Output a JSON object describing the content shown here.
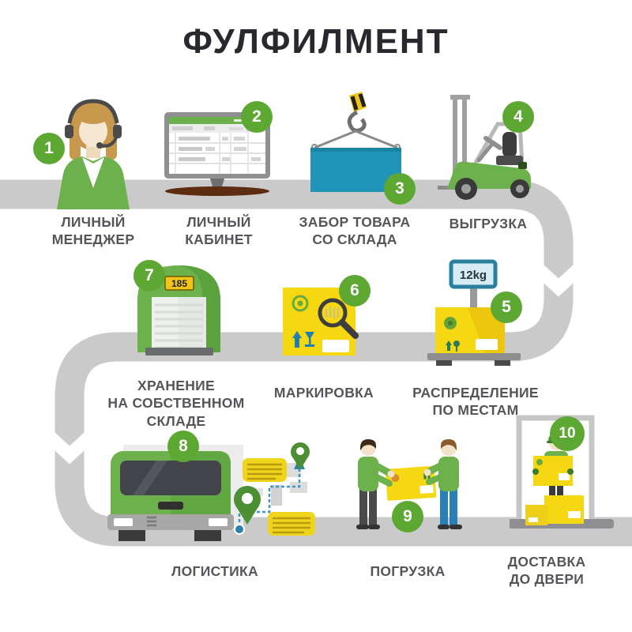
{
  "title": "ФУЛФИЛМЕНТ",
  "colors": {
    "accent_green": "#5da733",
    "icon_green": "#6db14c",
    "path_gray": "#cacaca",
    "box_yellow": "#f5d712",
    "container_teal": "#2095b7",
    "label_gray": "#55565a"
  },
  "steps": [
    {
      "number": "1",
      "label": "ЛИЧНЫЙ\nМЕНЕДЖЕР",
      "icon": "support-manager-icon"
    },
    {
      "number": "2",
      "label": "ЛИЧНЫЙ\nКАБИНЕТ",
      "icon": "account-monitor-icon"
    },
    {
      "number": "3",
      "label": "ЗАБОР ТОВАРА\nСО СКЛАДА",
      "icon": "crane-container-icon"
    },
    {
      "number": "4",
      "label": "ВЫГРУЗКА",
      "icon": "forklift-icon"
    },
    {
      "number": "5",
      "label": "РАСПРЕДЕЛЕНИЕ\nПО МЕСТАМ",
      "icon": "weighing-scale-icon",
      "scale_display": "12kg"
    },
    {
      "number": "6",
      "label": "МАРКИРОВКА",
      "icon": "label-magnifier-icon"
    },
    {
      "number": "7",
      "label": "ХРАНЕНИЕ\nНА СОБСТВЕННОМ\nСКЛАДЕ",
      "icon": "warehouse-icon",
      "sign": "185"
    },
    {
      "number": "8",
      "label": "ЛОГИСТИКА",
      "icon": "truck-route-icon"
    },
    {
      "number": "9",
      "label": "ПОГРУЗКА",
      "icon": "loading-workers-icon"
    },
    {
      "number": "10",
      "label": "ДОСТАВКА\nДО ДВЕРИ",
      "icon": "door-delivery-icon"
    }
  ]
}
